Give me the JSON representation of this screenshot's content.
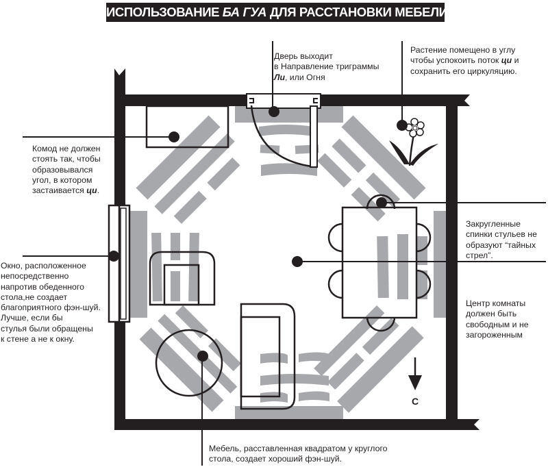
{
  "title": {
    "prefix": "ИСПОЛЬЗОВАНИЕ ",
    "emphasis": "БА ГУА",
    "suffix": " ДЛЯ РАССТАНОВКИ МЕБЕЛИ"
  },
  "colors": {
    "ink": "#231f20",
    "bagua_gray": "#a7a8ab",
    "background": "#ffffff"
  },
  "compass": {
    "label": "С",
    "direction": "north-down"
  },
  "notes": {
    "door": {
      "line1": "Дверь выходит",
      "line2": "в Направление триграммы",
      "line3_em": "Ли",
      "line3_rest": ", или Огня"
    },
    "plant": {
      "line1": "Растение помещено в углу",
      "line2_pre": "чтобы успокоить поток ",
      "line2_em": "ци",
      "line2_post": " и",
      "line3": "сохранить его циркуляцию."
    },
    "dresser": {
      "line1": "Комод не должен",
      "line2": "стоять так, чтобы",
      "line3": "образовывался",
      "line4": "угол, в котором",
      "line5_pre": "застаивается ",
      "line5_em": "ци",
      "line5_post": "."
    },
    "window": {
      "lines": [
        "Окно, расположенное",
        "непосредственно",
        "напротив обеденного",
        "стола,не создает",
        "благоприятного фэн-шуй.",
        "Лучше, если бы",
        "стулья были обращены",
        "к стене а не к окну."
      ]
    },
    "chairs": {
      "lines": [
        "Закругленные",
        "спинки стульев не",
        "образуют “тайных",
        "стрел”."
      ]
    },
    "center": {
      "lines": [
        "Центр комнаты",
        "должен быть",
        "свободным и не",
        "загороженным"
      ]
    },
    "round_table": {
      "lines": [
        "Мебель, расставленная квадратом у круглого",
        "стола, создает хороший фэн-шуй."
      ]
    }
  }
}
